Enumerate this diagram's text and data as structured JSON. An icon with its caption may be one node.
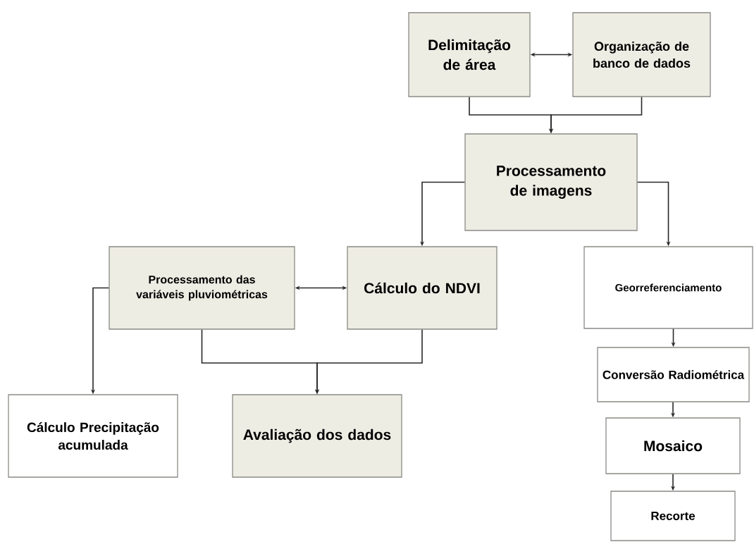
{
  "diagram": {
    "nodes": [
      {
        "text": [
          "Delimitação de área"
        ]
      },
      {
        "text": [
          "Organização de banco de dados"
        ]
      },
      {
        "text": [
          "Processamento de imagens"
        ]
      },
      {
        "text": [
          "Processamento das variáveis pluviométricas"
        ]
      },
      {
        "text": [
          "Cálculo do NDVI"
        ]
      },
      {
        "text": [
          "Georreferenciamento"
        ]
      },
      {
        "text": [
          "Conversão Radiométrica"
        ]
      },
      {
        "text": [
          "Mosaico"
        ]
      },
      {
        "text": [
          "Recorte"
        ]
      },
      {
        "text": [
          "Cálculo Precipitação acumulada"
        ]
      },
      {
        "text": [
          "Avaliação dos dados"
        ]
      }
    ],
    "edges": [
      {
        "from": 0,
        "to": 1,
        "arrow": "both"
      },
      {
        "from": 0,
        "to": 2,
        "arrow": "to"
      },
      {
        "from": 1,
        "to": 2,
        "arrow": "to"
      },
      {
        "from": 2,
        "to": 4,
        "arrow": "to"
      },
      {
        "from": 2,
        "to": 5,
        "arrow": "to"
      },
      {
        "from": 3,
        "to": 4,
        "arrow": "both"
      },
      {
        "from": 3,
        "to": 9,
        "arrow": "to"
      },
      {
        "from": 3,
        "to": 10,
        "arrow": "to"
      },
      {
        "from": 4,
        "to": 10,
        "arrow": "to"
      },
      {
        "from": 5,
        "to": 6,
        "arrow": "to"
      },
      {
        "from": 6,
        "to": 7,
        "arrow": "to"
      },
      {
        "from": 7,
        "to": 8,
        "arrow": "to"
      }
    ]
  }
}
